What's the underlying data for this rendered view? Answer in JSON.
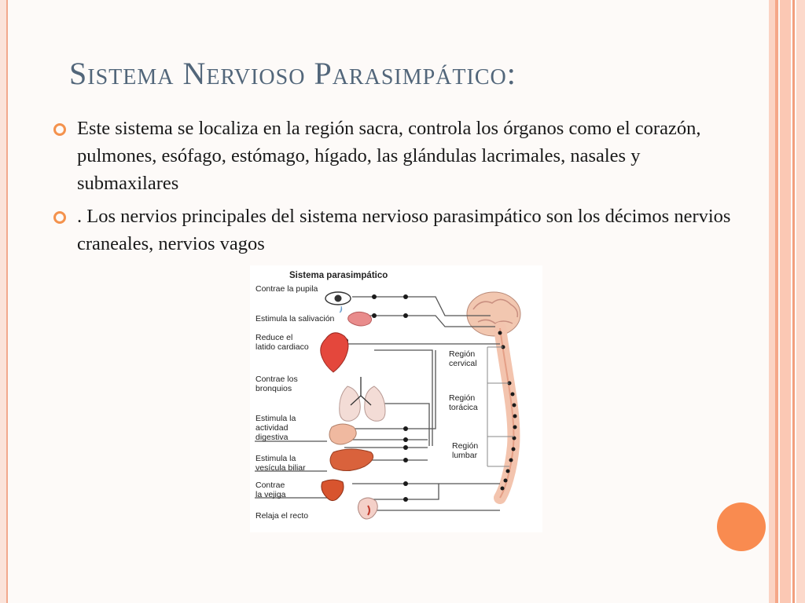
{
  "slide": {
    "title": "Sistema Nervioso Parasimpático:",
    "bullets": [
      "Este sistema se localiza en la región sacra, controla los órganos como el corazón, pulmones, esófago, estómago, hígado, las glándulas lacrimales, nasales y submaxilares",
      ". Los nervios principales del sistema nervioso parasimpático son los décimos nervios craneales, nervios vagos"
    ],
    "accent_color": "#f4924d",
    "title_color": "#52667a"
  },
  "diagram": {
    "title": "Sistema parasimpático",
    "effects": [
      "Contrae la pupila",
      "Estimula la salivación",
      "Reduce el\nlatido cardiaco",
      "Contrae los\nbronquios",
      "Estimula la\nactividad\ndigestiva",
      "Estimula la\nvesícula biliar",
      "Contrae\nla vejiga",
      "Relaja el recto"
    ],
    "regions": [
      "Región\ncervical",
      "Región\ntorácica",
      "Región\nlumbar"
    ]
  }
}
